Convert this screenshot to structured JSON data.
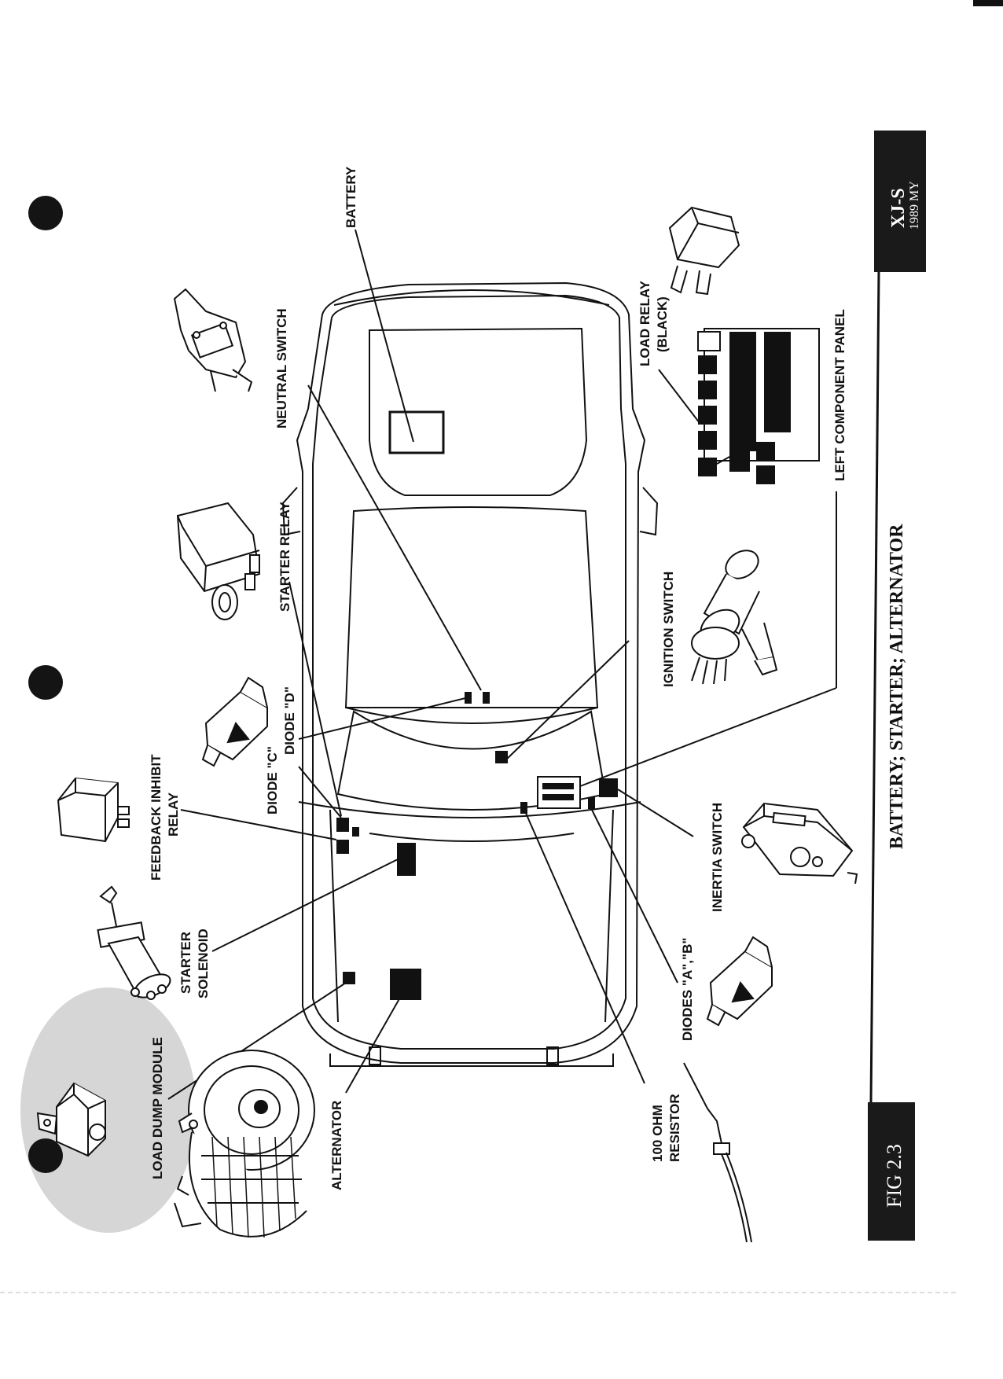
{
  "labels": {
    "battery": "BATTERY",
    "neutral_switch": "NEUTRAL SWITCH",
    "starter_relay": "STARTER RELAY",
    "diode_d": "DIODE \"D\"",
    "diode_c": "DIODE \"C\"",
    "feedback_inhibit_relay_1": "FEEDBACK INHIBIT",
    "feedback_inhibit_relay_2": "RELAY",
    "starter_solenoid_1": "STARTER",
    "starter_solenoid_2": "SOLENOID",
    "load_dump_module": "LOAD DUMP MODULE",
    "alternator": "ALTERNATOR",
    "load_relay_1": "LOAD RELAY",
    "load_relay_2": "(BLACK)",
    "left_component_panel": "LEFT COMPONENT PANEL",
    "ignition_switch": "IGNITION SWITCH",
    "inertia_switch": "INERTIA SWITCH",
    "diodes_ab": "DIODES \"A\",\"B\"",
    "resistor_1": "100 OHM",
    "resistor_2": "RESISTOR"
  },
  "title_strip": {
    "fig": "FIG 2.3",
    "title": "BATTERY; STARTER; ALTERNATOR",
    "model": "XJ-S",
    "model_year": "1989 MY"
  },
  "colors": {
    "ink": "#111111",
    "strip": "#1a1a1a",
    "highlight": "#d6d6d6",
    "punch_hole": "#141414"
  }
}
